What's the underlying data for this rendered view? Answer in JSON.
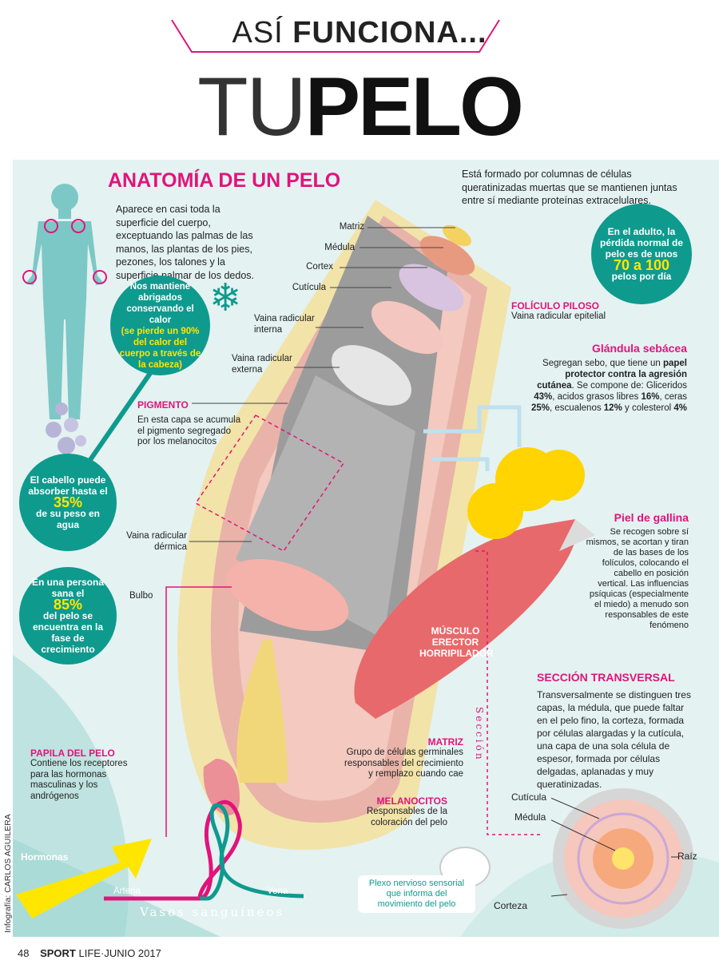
{
  "header": {
    "kicker_light": "ASÍ",
    "kicker_bold": "FUNCIONA...",
    "title_light": "TU",
    "title_bold": "PELO"
  },
  "section": {
    "title": "ANATOMÍA DE UN PELO",
    "intro": "Aparece en casi toda la superficie del cuerpo, exceptuando las palmas de las manos, las plantas de los pies, pezones, los talones y la superficie palmar de los dedos.",
    "top_note": "Está formado por columnas de células queratinizadas muertas que se mantienen juntas entre sí mediante proteínas extracelulares."
  },
  "facts": {
    "warm": {
      "text": "Nos mantiene abrigados conservando el calor",
      "highlight": "(se pierde un 90% del calor del cuerpo a través de la cabeza)"
    },
    "absorb": {
      "pre": "El cabello puede absorber hasta el",
      "value": "35%",
      "post": "de su peso en agua"
    },
    "growth": {
      "pre": "En una persona sana el",
      "value": "85%",
      "post": "del pelo se encuentra en la fase de crecimiento"
    },
    "loss": {
      "pre": "En el adulto, la pérdida normal de pelo es de unos",
      "value": "70 a 100",
      "post": "pelos por día"
    }
  },
  "labels": {
    "matriz_top": "Matriz",
    "medula": "Médula",
    "cortex": "Cortex",
    "cuticula": "Cutícula",
    "vaina_interna": "Vaina radicular interna",
    "vaina_externa": "Vaina radicular externa",
    "vaina_dermica": "Vaina radicular dérmica",
    "bulbo": "Bulbo",
    "hormonas": "Hormonas",
    "arteria": "Arteria",
    "vena": "Vena",
    "vasos": "Vasos sanguíneos",
    "seccion": "Sección",
    "musculo": "MÚSCULO ERECTOR HORRIPILADOR"
  },
  "pigmento": {
    "title": "PIGMENTO",
    "text": "En esta capa se acumula el pigmento segregado por los melanocitos"
  },
  "foliculo": {
    "title": "FOLÍCULO PILOSO",
    "text": "Vaina radicular epitelial"
  },
  "glandula": {
    "title": "Glándula sebácea",
    "t1": "Segregan sebo, que tiene un ",
    "b1": "papel protector contra la agresión cutánea",
    "t2": ". Se compone de: Gliceridos ",
    "b2": "43%",
    "t3": ", acidos grasos libres ",
    "b3": "16%",
    "t4": ", ceras ",
    "b4": "25%",
    "t5": ", escualenos ",
    "b5": "12%",
    "t6": " y colesterol ",
    "b6": "4%"
  },
  "gallina": {
    "title": "Piel de gallina",
    "text": "Se recogen sobre sí mismos, se acortan y tiran de las bases de los folículos, colocando el cabello en posición vertical. Las influencias psíquicas (especialmente el miedo) a menudo son responsables de este fenómeno"
  },
  "matriz": {
    "title": "MATRIZ",
    "text": "Grupo de células germinales responsables del crecimiento y remplazo cuando cae"
  },
  "melanocitos": {
    "title": "MELANOCITOS",
    "text": "Responsables de la coloración del pelo"
  },
  "papila": {
    "title": "PAPILA DEL PELO",
    "text": "Contiene los receptores para las hormonas masculinas y los andrógenos"
  },
  "plexo": "Plexo nervioso sensorial que informa del movimiento del pelo",
  "seccion_transversal": {
    "title": "SECCIÓN TRANSVERSAL",
    "text": "Transversalmente se distinguen tres capas, la médula, que puede faltar en el pelo fino, la corteza, formada por células alargadas y la cutícula, una capa de una sola célula de espesor, formada por células delgadas, aplanadas y muy queratinizadas.",
    "cuticula": "Cutícula",
    "medula": "Médula",
    "raiz": "Raíz",
    "corteza": "Corteza"
  },
  "credit": "Infografía: CARLOS AGUILERA",
  "footer": {
    "page": "48",
    "brand_bold": "SPORT",
    "brand_light": "LIFE",
    "date": "·JUNIO 2017"
  },
  "colors": {
    "pink": "#e0147a",
    "teal": "#0f9a8e",
    "yellow": "#ffe600",
    "panel": "#e4f2f2"
  }
}
